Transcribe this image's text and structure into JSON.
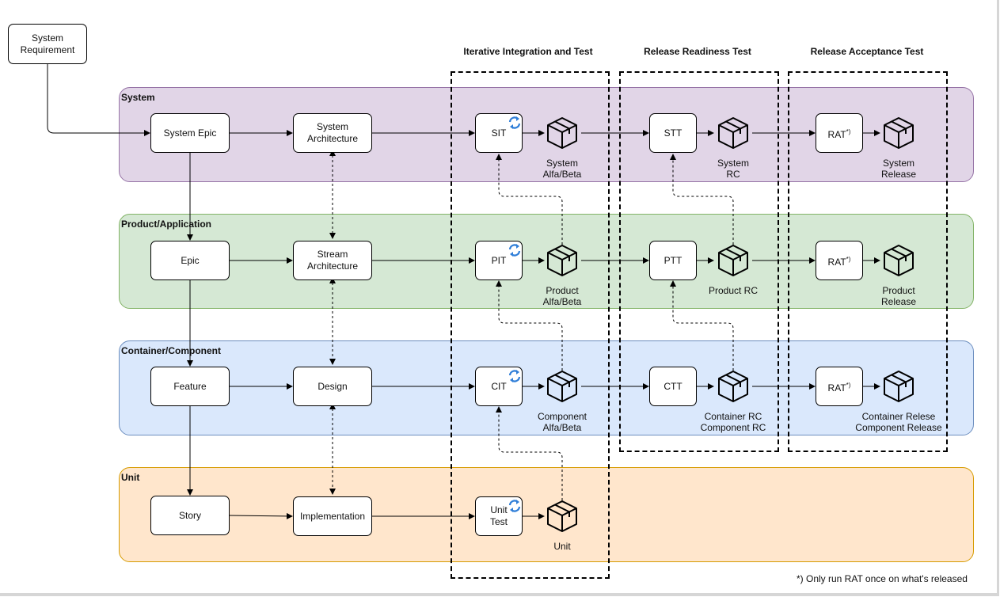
{
  "title_box": "System\nRequirement",
  "phases": [
    "Iterative Integration and Test",
    "Release Readiness Test",
    "Release Acceptance Test"
  ],
  "lanes": {
    "system": "System",
    "product": "Product/Application",
    "container": "Container/Component",
    "unit": "Unit"
  },
  "nodes": {
    "system_epic": "System Epic",
    "system_arch": "System\nArchitecture",
    "sit": "SIT",
    "stt": "STT",
    "rat_sys": "RAT*)",
    "epic": "Epic",
    "stream_arch": "Stream\nArchitecture",
    "pit": "PIT",
    "ptt": "PTT",
    "rat_prod": "RAT*)",
    "feature": "Feature",
    "design": "Design",
    "cit": "CIT",
    "ctt": "CTT",
    "rat_cont": "RAT*)",
    "story": "Story",
    "implementation": "Implementation",
    "unit_test": "Unit\nTest"
  },
  "captions": {
    "system_alfa": "System\nAlfa/Beta",
    "system_rc": "System\nRC",
    "system_release": "System\nRelease",
    "product_alfa": "Product\nAlfa/Beta",
    "product_rc": "Product RC",
    "product_release": "Product\nRelease",
    "component_alfa": "Component\nAlfa/Beta",
    "container_rc": "Container RC\nComponent RC",
    "container_release": "Container Relese\nComponent Release",
    "unit": "Unit"
  },
  "footnote": "*) Only run RAT once on what's released",
  "colors": {
    "system_lane": "#e1d5e7",
    "product_lane": "#d5e8d4",
    "container_lane": "#dae8fc",
    "unit_lane": "#ffe6cc",
    "refresh_icon": "#2f7ed8"
  }
}
